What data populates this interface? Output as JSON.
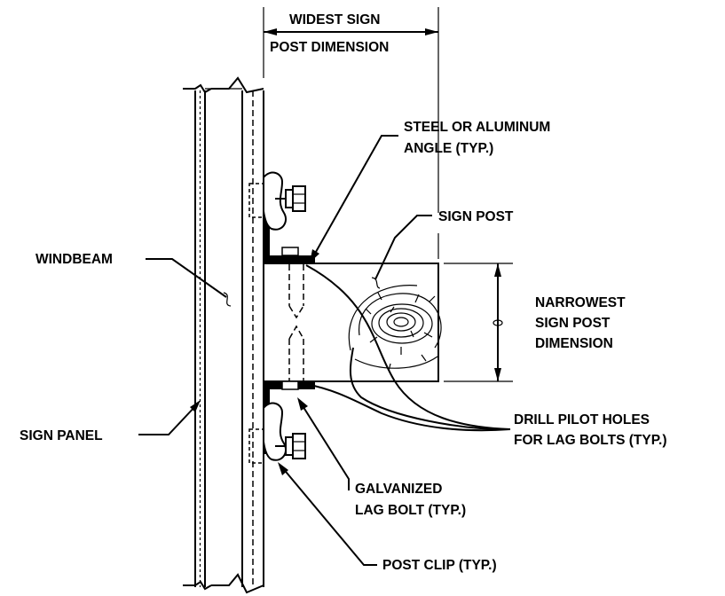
{
  "labels": {
    "widest_line1": "WIDEST SIGN",
    "widest_line2": "POST DIMENSION",
    "angle_line1": "STEEL OR ALUMINUM",
    "angle_line2": "ANGLE (TYP.)",
    "sign_post": "SIGN POST",
    "windbeam": "WINDBEAM",
    "narrowest_line1": "NARROWEST",
    "narrowest_line2": "SIGN POST",
    "narrowest_line3": "DIMENSION",
    "drill_line1": "DRILL PILOT HOLES",
    "drill_line2": "FOR LAG BOLTS (TYP.)",
    "sign_panel": "SIGN PANEL",
    "lag_line1": "GALVANIZED",
    "lag_line2": "LAG BOLT (TYP.)",
    "clip": "POST CLIP (TYP.)"
  }
}
